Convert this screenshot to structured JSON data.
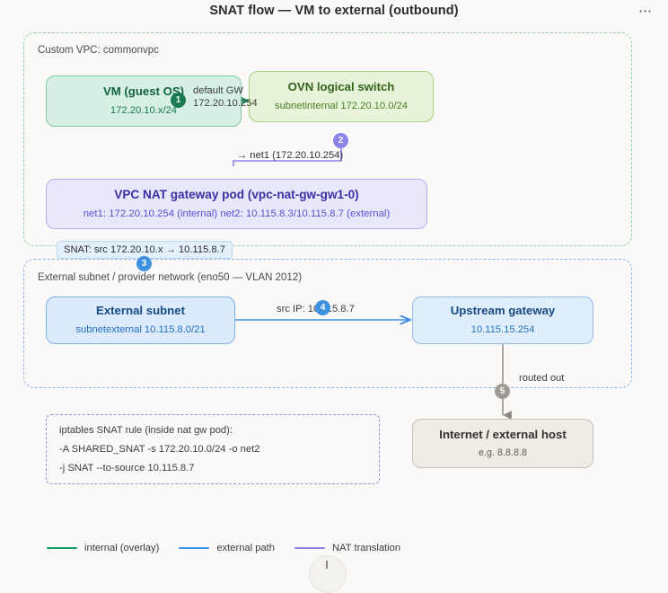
{
  "header": {
    "title": "SNAT flow — VM to external (outbound)",
    "menu_icon": "⋯"
  },
  "groups": {
    "vpc": {
      "label": "Custom VPC: commonvpc",
      "border_color": "#8fcfb3"
    },
    "external": {
      "label": "External subnet / provider network (eno50 — VLAN 2012)",
      "border_color": "#8fb6e8"
    }
  },
  "nodes": {
    "vm": {
      "title": "VM (guest OS)",
      "subtitle": "172.20.10.x/24",
      "fill": "#d7f0e5",
      "stroke": "#7fc9a9"
    },
    "ovn_switch": {
      "title": "OVN logical switch",
      "subtitle": "subnetinternal 172.20.10.0/24",
      "fill": "#e8f4d9",
      "stroke": "#a8cf84"
    },
    "nat_gw_pod": {
      "title": "VPC NAT gateway pod (vpc-nat-gw-gw1-0)",
      "subtitle": "net1: 172.20.10.254 (internal) net2: 10.115.8.3/10.115.8.7 (external)",
      "fill": "#e8e7fb",
      "stroke": "#b3aef0"
    },
    "external_subnet": {
      "title": "External subnet",
      "subtitle": "subnetexternal 10.115.8.0/21",
      "fill": "#dbeafd",
      "stroke": "#7eb2e8"
    },
    "upstream_gateway": {
      "title": "Upstream gateway",
      "subtitle": "10.115.15.254",
      "fill": "#dfeefd",
      "stroke": "#8fbcea"
    },
    "internet": {
      "title": "Internet / external host",
      "subtitle": "e.g. 8.8.8.8",
      "fill": "#efece6",
      "stroke": "#c6c1b6"
    }
  },
  "edges": {
    "default_gw": "default GW 172.20.10.254",
    "net1": "→ net1 (172.20.10.254)",
    "snat": "SNAT: src 172.20.10.x → 10.115.8.7",
    "src_ip": "src IP: 10.115.8.7",
    "routed_out": "routed out"
  },
  "badges": [
    {
      "label": "1",
      "color": "#1b7a4f"
    },
    {
      "label": "2",
      "color": "#8b83e8"
    },
    {
      "label": "3",
      "color": "#3d8fe0"
    },
    {
      "label": "4",
      "color": "#3d8fe0"
    },
    {
      "label": "5",
      "color": "#9d9a93"
    }
  ],
  "note": {
    "line1": "iptables SNAT rule (inside nat gw pod):",
    "line2": "-A SHARED_SNAT -s 172.20.10.0/24 -o net2",
    "line3": "-j SNAT --to-source 10.115.8.7"
  },
  "legend": [
    {
      "label": "internal (overlay)",
      "color": "#129a63"
    },
    {
      "label": "external path",
      "color": "#3d8fe0"
    },
    {
      "label": "NAT translation",
      "color": "#8b83e8"
    }
  ]
}
